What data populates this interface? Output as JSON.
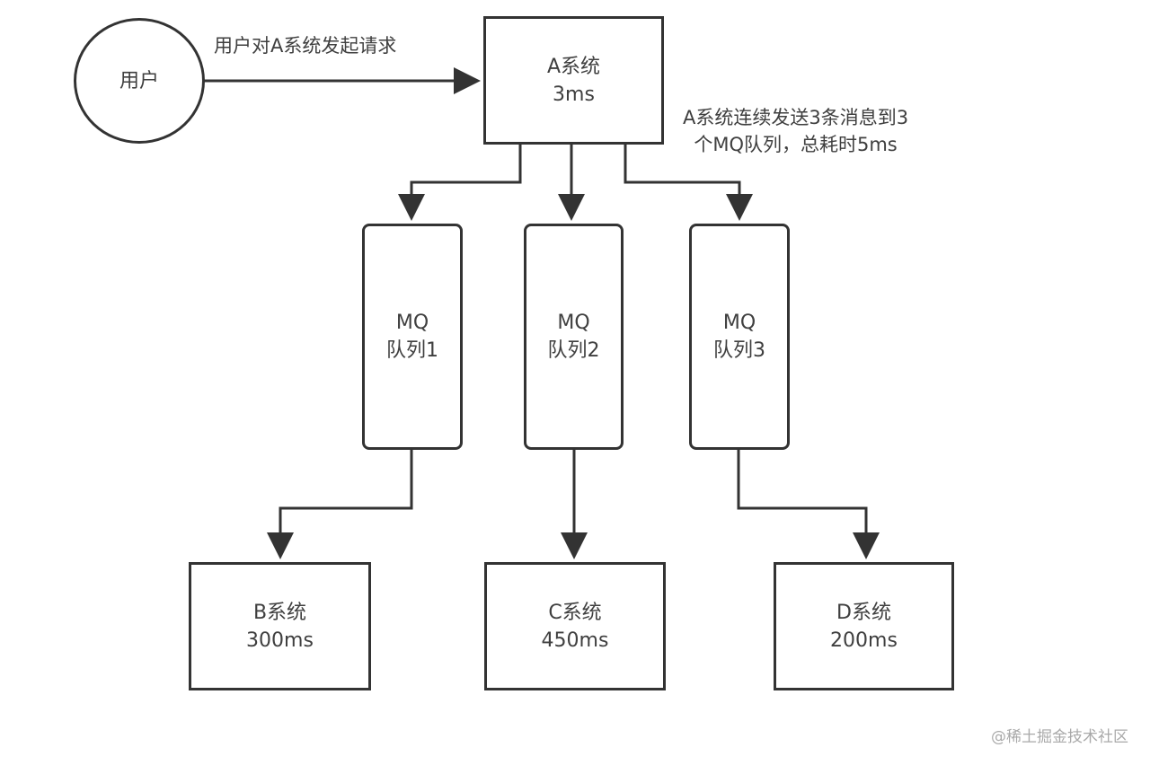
{
  "diagram": {
    "user_node": {
      "label": "用户"
    },
    "request_label": "用户对A系统发起请求",
    "system_a": {
      "name": "A系统",
      "latency": "3ms"
    },
    "send_note": {
      "line1": "A系统连续发送3条消息到3",
      "line2": "个MQ队列，总耗时5ms"
    },
    "queues": [
      {
        "line1": "MQ",
        "line2": "队列1"
      },
      {
        "line1": "MQ",
        "line2": "队列2"
      },
      {
        "line1": "MQ",
        "line2": "队列3"
      }
    ],
    "consumers": [
      {
        "name": "B系统",
        "latency": "300ms"
      },
      {
        "name": "C系统",
        "latency": "450ms"
      },
      {
        "name": "D系统",
        "latency": "200ms"
      }
    ],
    "watermark": "@稀土掘金技术社区",
    "colors": {
      "stroke": "#333333",
      "text": "#3f3f3f",
      "watermark": "#a9a9a9"
    }
  }
}
